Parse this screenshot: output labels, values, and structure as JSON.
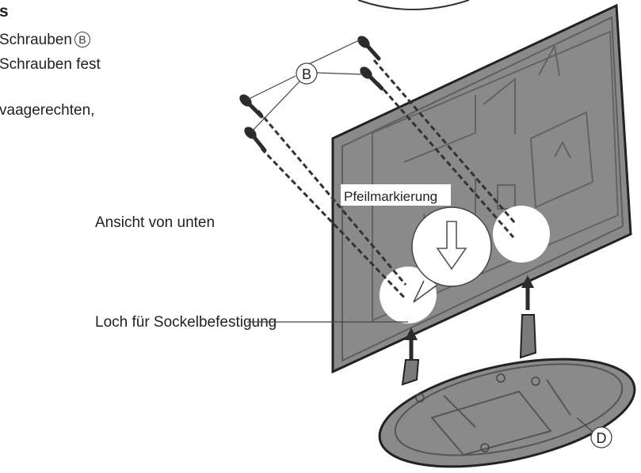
{
  "instructions": {
    "heading_fragment": "s",
    "line1": "Schrauben",
    "line1_marker": "B",
    "line2": "Schrauben fest",
    "line3": "vaagerechten,"
  },
  "labels": {
    "bottom_view": "Ansicht von unten",
    "arrow_mark": "Pfeilmarkierung",
    "mount_hole": "Loch für Sockelbefestigung",
    "screw_callout": "B",
    "stand_callout": "D"
  }
}
